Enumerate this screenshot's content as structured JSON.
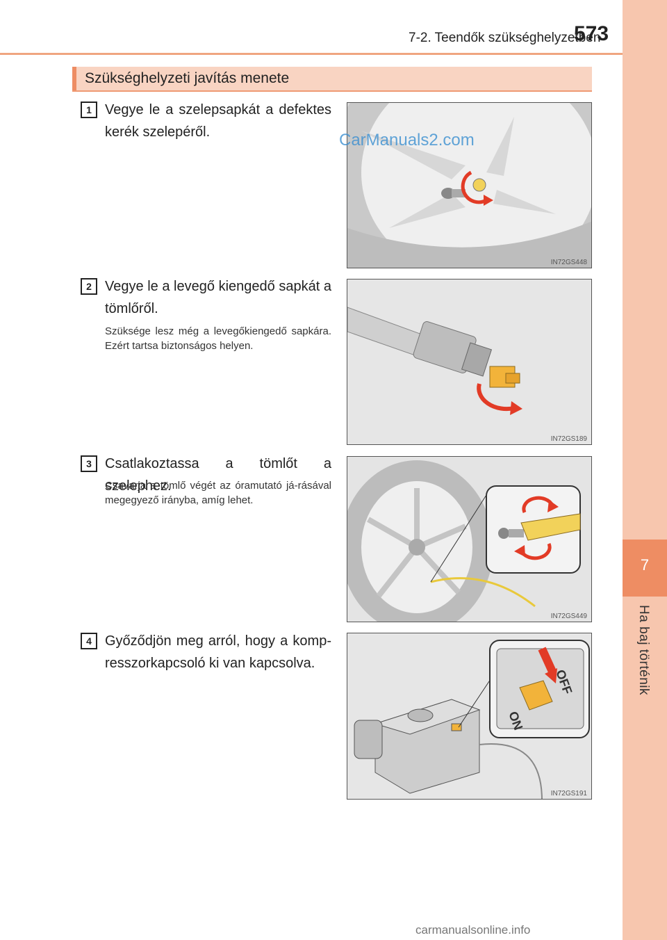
{
  "header": {
    "chapter_title": "7-2. Teendők szükséghelyzetben",
    "page_number": "573"
  },
  "side_tab": {
    "chapter_number": "7",
    "chapter_label": "Ha baj történik"
  },
  "section": {
    "heading": "Szükséghelyzeti javítás menete"
  },
  "steps": [
    {
      "number": "1",
      "text": "Vegye le a szelepsapkát a defektes kerék szelepéről.",
      "note": "",
      "figure_code": "IN72GS448"
    },
    {
      "number": "2",
      "text": "Vegye le a levegő kiengedő sapkát a tömlőről.",
      "note": "Szüksége lesz még a levegőkiengedő sapkára. Ezért tartsa biztonságos helyen.",
      "figure_code": "IN72GS189"
    },
    {
      "number": "3",
      "text": "Csatlakoztassa a tömlőt a szelephez.",
      "note": "Csavarja a tömlő végét az óramutató já-rásával megegyező irányba, amíg lehet.",
      "figure_code": "IN72GS449"
    },
    {
      "number": "4",
      "text": "Győződjön meg arról, hogy a komp-resszorkapcsoló ki van kapcsolva.",
      "note": "",
      "figure_code": "IN72GS191",
      "switch_labels": {
        "off": "OFF",
        "on": "ON"
      }
    }
  ],
  "watermarks": {
    "top": "CarManuals2.com",
    "bottom": "carmanualsonline.info"
  },
  "colors": {
    "accent": "#ee8d63",
    "heading_bg": "#f9d4c2",
    "tab_bg": "#f7c6ae",
    "arrow_red": "#e23b26",
    "part_yellow": "#f2b33a"
  }
}
